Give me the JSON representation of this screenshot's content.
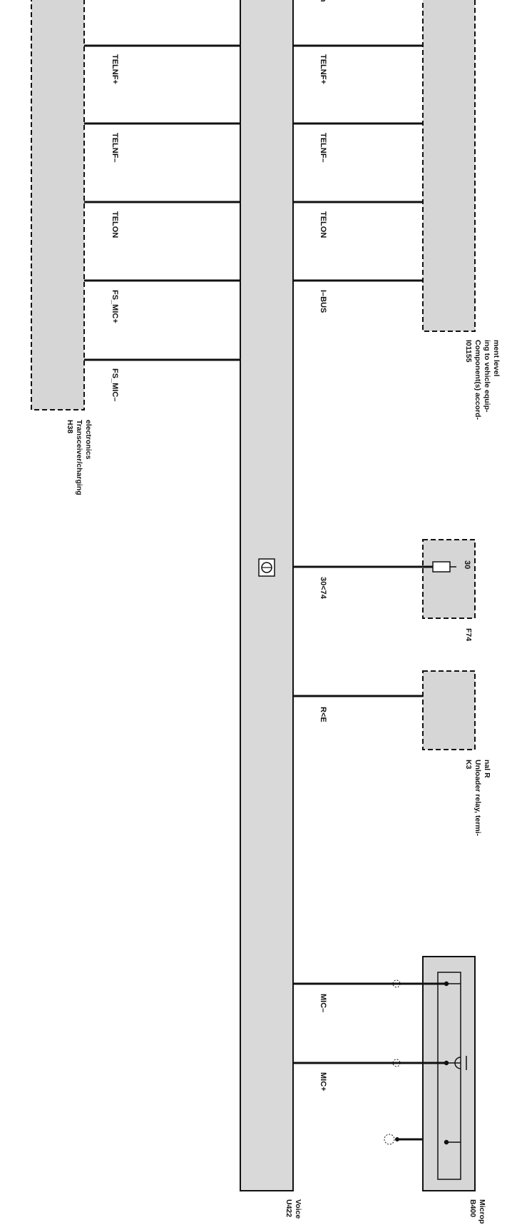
{
  "components": {
    "h38": {
      "id": "H38",
      "name_lines": [
        "Transceiver/charging",
        "electronics"
      ]
    },
    "u422": {
      "id": "U422",
      "name_lines": [
        "Voice"
      ]
    },
    "io1155": {
      "id": "I01155",
      "name_lines": [
        "Component(s) accord-",
        "ing to vehicle equip-",
        "ment level"
      ]
    },
    "f74": {
      "id": "F74",
      "pin": "30"
    },
    "k3": {
      "id": "K3",
      "name_lines": [
        "Unloader relay, termi-",
        "nal R"
      ]
    },
    "b400": {
      "id": "B400",
      "name_lines": [
        "Microp"
      ]
    }
  },
  "signals_left": [
    "TELNF+",
    "TELNF–",
    "TELON",
    "FS_MIC+",
    "FS_MIC–"
  ],
  "signals_right": [
    "TELNF+",
    "TELNF–",
    "TELON",
    "I–BUS",
    "30<74",
    "R<E",
    "MIC–",
    "MIC+"
  ],
  "top_cut_label": "n"
}
